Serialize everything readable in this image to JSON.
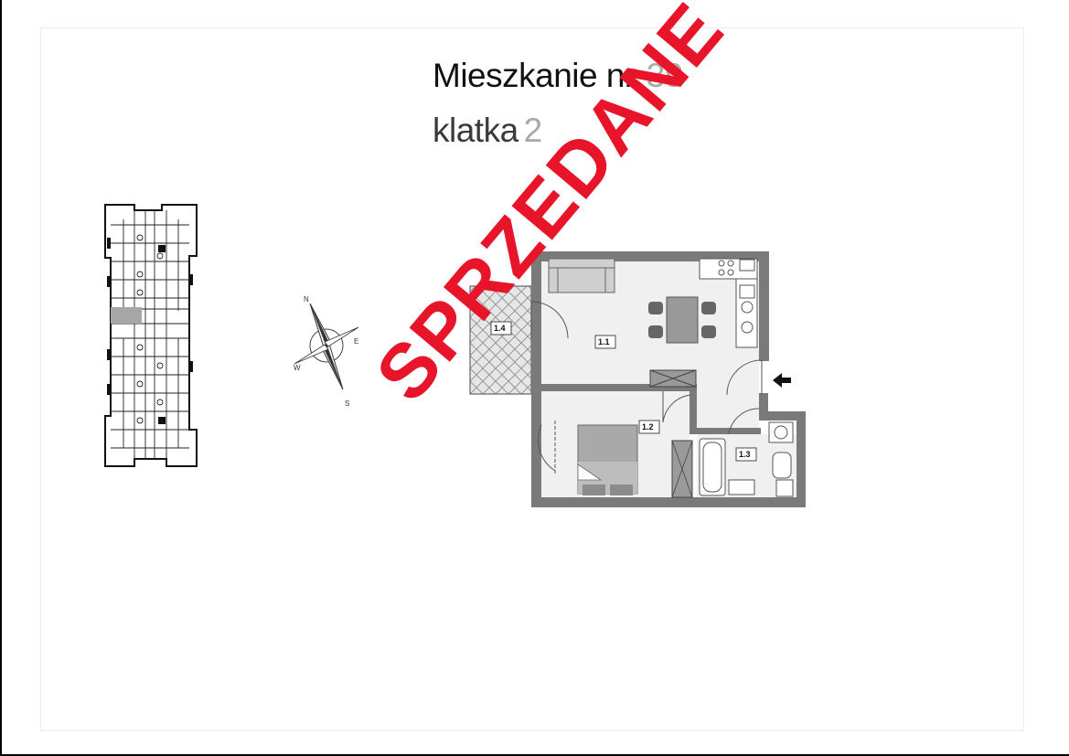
{
  "header": {
    "title_label": "Mieszkanie nr",
    "apartment_number": "39",
    "stair_label": "klatka",
    "stair_number": "2"
  },
  "compass": {
    "north": "N",
    "south": "S",
    "east": "E",
    "west": "W"
  },
  "rooms": [
    {
      "id": "1.1",
      "label": "1.1"
    },
    {
      "id": "1.2",
      "label": "1.2"
    },
    {
      "id": "1.3",
      "label": "1.3"
    },
    {
      "id": "1.4",
      "label": "1.4"
    }
  ],
  "stamp": {
    "text": "SPRZEDANE",
    "color": "#e8152a"
  },
  "colors": {
    "highlight_unit": "#a6a6a6",
    "balcony": "#e0e0e0",
    "walls": "#7a7a7a"
  }
}
